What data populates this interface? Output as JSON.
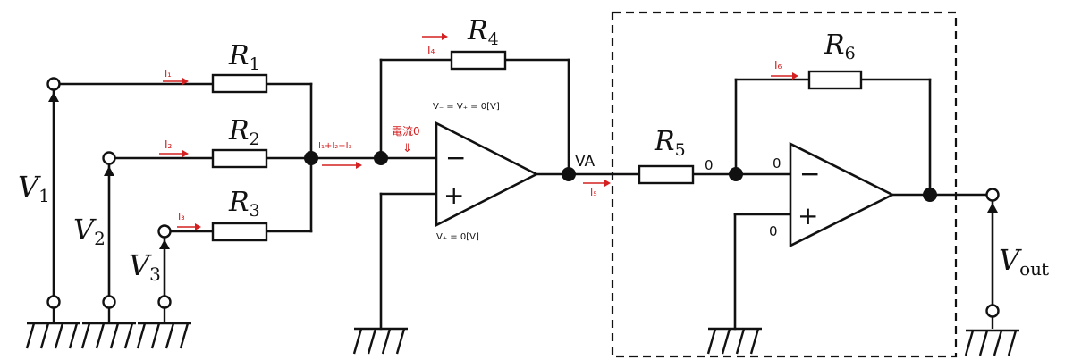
{
  "components": {
    "R1": {
      "base": "R",
      "sub": "1"
    },
    "R2": {
      "base": "R",
      "sub": "2"
    },
    "R3": {
      "base": "R",
      "sub": "3"
    },
    "R4": {
      "base": "R",
      "sub": "4"
    },
    "R5": {
      "base": "R",
      "sub": "5"
    },
    "R6": {
      "base": "R",
      "sub": "6"
    }
  },
  "voltages": {
    "V1": {
      "base": "V",
      "sub": "1"
    },
    "V2": {
      "base": "V",
      "sub": "2"
    },
    "V3": {
      "base": "V",
      "sub": "3"
    },
    "Vout": {
      "base": "V",
      "sub": "out"
    }
  },
  "opamp_signs": {
    "minus": "−",
    "plus": "+"
  },
  "annotations": {
    "I1": "I₁",
    "I2": "I₂",
    "I3": "I₃",
    "I4": "I₄",
    "I5": "I₅",
    "I6": "I₆",
    "sum_current": "I₁+I₂+I₃",
    "zero_current": "電流0",
    "zero_current_arrow": "⇓",
    "vminus_eq": "V₋ = V₊ = 0[V]",
    "vplus_eq": "V₊ = 0[V]",
    "node_va": "VA",
    "zero_r5_node": "0",
    "zero_inv_input": "0",
    "zero_noninv_input": "0"
  },
  "colors": {
    "annotation": "#d42020",
    "wire": "#111111"
  }
}
